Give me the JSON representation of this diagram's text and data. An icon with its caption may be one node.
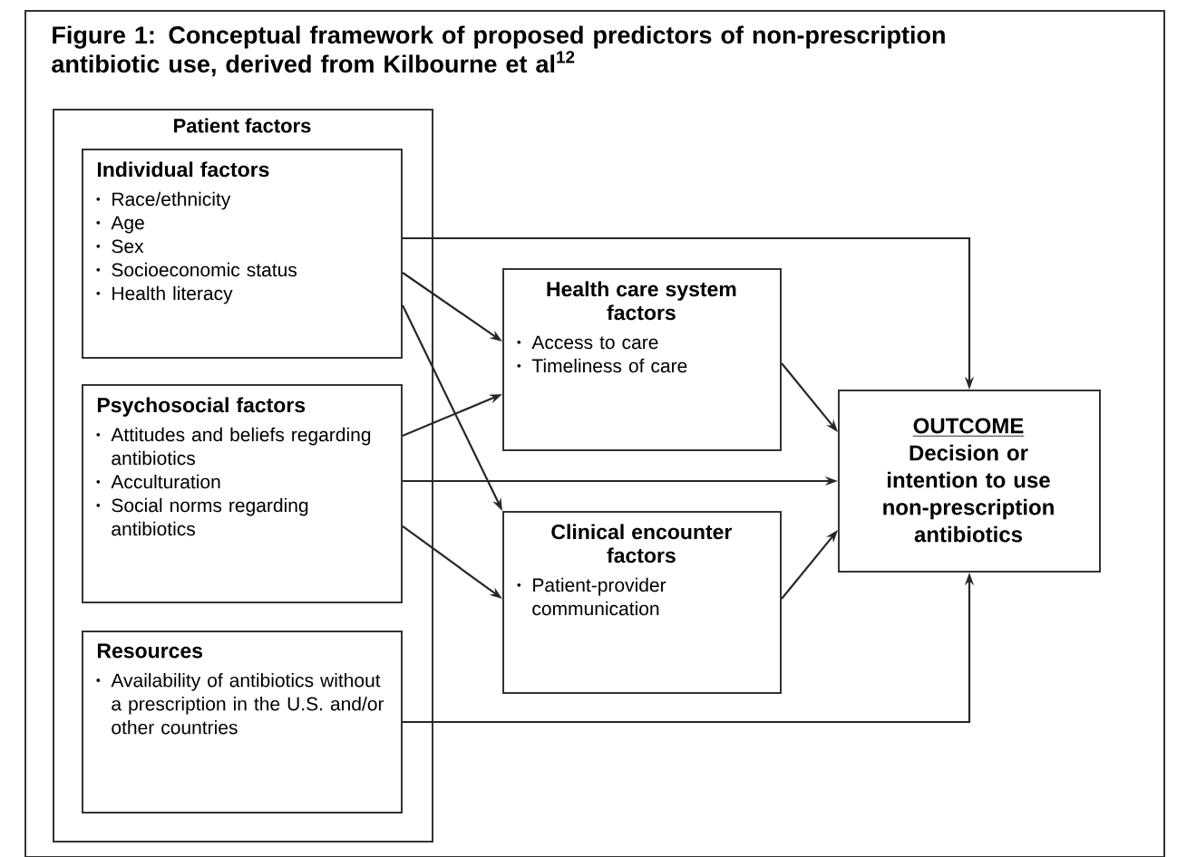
{
  "diagram": {
    "title": "Figure 1: Conceptual framework of proposed predictors of non-prescription antibiotic use, derived from Kilbourne et al$^{12}$",
    "nodes": [
      {
        "text": [
          "Patient factors"
        ]
      },
      {
        "text": [
          "Individual factors",
          "Race/ethnicity",
          "Age",
          "Sex",
          "Socioeconomic status",
          "Health literacy"
        ],
        "in": 0
      },
      {
        "text": [
          "Psychosocial factors",
          "Attitudes and beliefs regarding antibiotics",
          "Acculturation",
          "Social norms regarding antibiotics"
        ],
        "in": 0
      },
      {
        "text": [
          "Resources",
          "Availability of antibiotics without a prescription in the U.S. and/or other countries"
        ],
        "in": 0
      },
      {
        "text": [
          "Health care system factors",
          "Access to care",
          "Timeliness of care"
        ]
      },
      {
        "text": [
          "Clinical encounter factors",
          "Patient-provider communication"
        ]
      },
      {
        "text": [
          "OUTCOME",
          "Decision or intention to use non-prescription antibiotics"
        ]
      }
    ],
    "edges": [
      {
        "from": 1,
        "to": 6,
        "arrow": "to"
      },
      {
        "from": 1,
        "to": 4,
        "arrow": "to"
      },
      {
        "from": 1,
        "to": 5,
        "arrow": "to"
      },
      {
        "from": 2,
        "to": 4,
        "arrow": "to"
      },
      {
        "from": 2,
        "to": 6,
        "arrow": "to"
      },
      {
        "from": 2,
        "to": 5,
        "arrow": "to"
      },
      {
        "from": 4,
        "to": 6,
        "arrow": "to"
      },
      {
        "from": 5,
        "to": 6,
        "arrow": "to"
      },
      {
        "from": 3,
        "to": 6,
        "arrow": "to"
      }
    ]
  }
}
